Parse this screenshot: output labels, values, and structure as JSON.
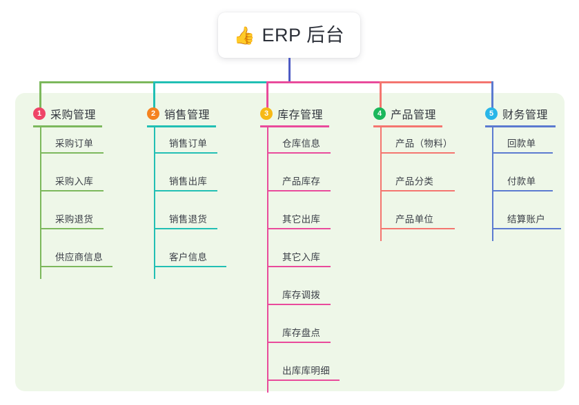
{
  "title": {
    "emoji": "👍",
    "emoji_name": "thumbs-up-icon",
    "text": "ERP 后台"
  },
  "panel": {
    "background": "#eef7e8"
  },
  "stem_color": "#4e5bc4",
  "chart_data": {
    "type": "table",
    "title": "👍 ERP 后台",
    "columns": [
      {
        "number": "1",
        "label": "采购管理",
        "badge_color": "#ef4567",
        "line_color": "#7cb85c",
        "items": [
          "采购订单",
          "采购入库",
          "采购退货",
          "供应商信息"
        ]
      },
      {
        "number": "2",
        "label": "销售管理",
        "badge_color": "#f5821f",
        "line_color": "#21bfb4",
        "items": [
          "销售订单",
          "销售出库",
          "销售退货",
          "客户信息"
        ]
      },
      {
        "number": "3",
        "label": "库存管理",
        "badge_color": "#f7b916",
        "line_color": "#e94a9b",
        "items": [
          "仓库信息",
          "产品库存",
          "其它出库",
          "其它入库",
          "库存调拨",
          "库存盘点",
          "出库库明细"
        ]
      },
      {
        "number": "4",
        "label": "产品管理",
        "badge_color": "#1bb75b",
        "line_color": "#f4756f",
        "items": [
          "产品（物料）",
          "产品分类",
          "产品单位"
        ]
      },
      {
        "number": "5",
        "label": "财务管理",
        "badge_color": "#29b6e8",
        "line_color": "#5b7ad0",
        "items": [
          "回款单",
          "付款单",
          "结算账户"
        ]
      }
    ]
  }
}
